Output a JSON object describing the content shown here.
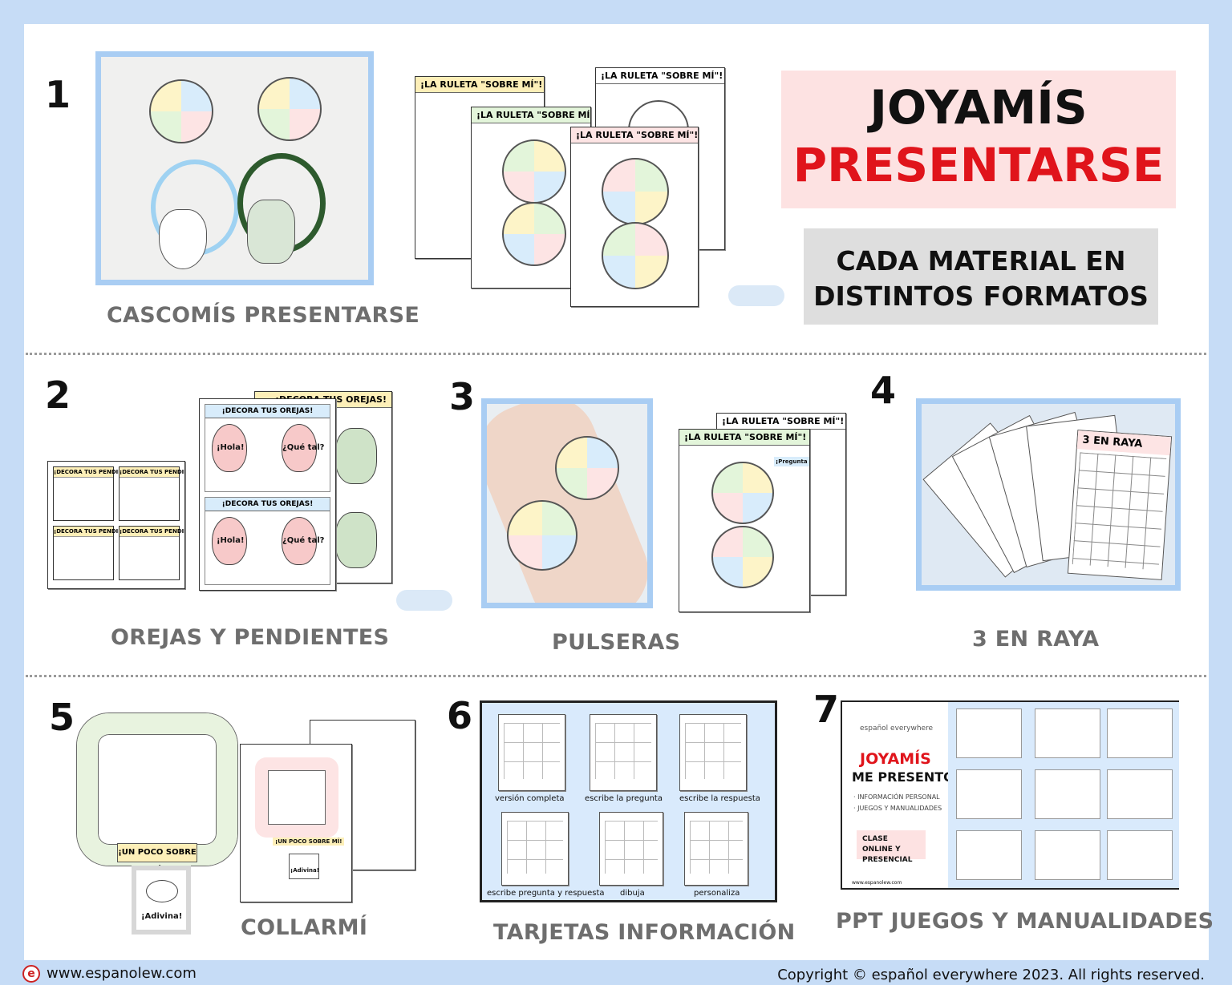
{
  "header": {
    "title_line1": "JOYAMÍS",
    "title_line2": "PRESENTARSE",
    "subtitle_line1": "CADA MATERIAL EN",
    "subtitle_line2": "DISTINTOS FORMATOS"
  },
  "sections": [
    {
      "number": "1",
      "caption": "CASCOMÍS PRESENTARSE"
    },
    {
      "number": "2",
      "caption": "OREJAS Y PENDIENTES"
    },
    {
      "number": "3",
      "caption": "PULSERAS"
    },
    {
      "number": "4",
      "caption": "3 EN RAYA"
    },
    {
      "number": "5",
      "caption": "COLLARMÍ"
    },
    {
      "number": "6",
      "caption": "TARJETAS INFORMACIÓN"
    },
    {
      "number": "7",
      "caption": "PPT JUEGOS Y MANUALIDADES"
    }
  ],
  "worksheets": {
    "ruleta": "¡LA RULETA \"SOBRE MÍ\"!",
    "orejas": "¡DECORA TUS OREJAS!",
    "pendientes": "¡DECORA TUS PENDIENTES!",
    "hola": "¡Hola!",
    "que_tal": "¿Qué tal?",
    "pregunta": "¡Pregunta y responde!",
    "poco_sobre_mi": "¡UN POCO SOBRE MÍ!",
    "adivina": "¡Adivina!",
    "raya": "3 EN RAYA"
  },
  "tarjetas": {
    "labels": [
      "versión completa",
      "escribe la pregunta",
      "escribe la respuesta",
      "escribe pregunta y respuesta",
      "dibuja",
      "personaliza"
    ]
  },
  "ppt": {
    "brand": "español everywhere",
    "title1": "JOYAMÍS",
    "title2": "ME PRESENTO",
    "bullet1": "· INFORMACIÓN PERSONAL",
    "bullet2": "· JUEGOS Y MANUALIDADES",
    "badge": "CLASE ONLINE Y PRESENCIAL",
    "site": "www.espanolew.com"
  },
  "footer": {
    "website": "www.espanolew.com",
    "copyright": "Copyright © español everywhere 2023. All rights reserved."
  },
  "colors": {
    "background": "#c6dcf6",
    "accent_red": "#e0141b",
    "title_box": "#fde2e2",
    "subtitle_box": "#dedede",
    "photo_border": "#a9cdf3",
    "caption_gray": "#6e6e6e"
  }
}
